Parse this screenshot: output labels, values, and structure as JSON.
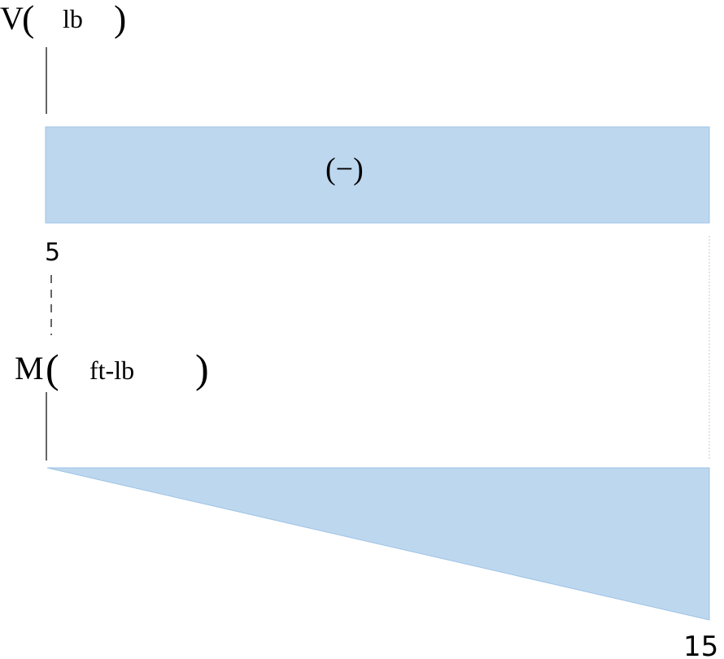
{
  "shear": {
    "symbol": "V",
    "unit": "lb",
    "sign": "(−)",
    "value_label": "5"
  },
  "moment": {
    "symbol": "M",
    "unit": "ft-lb",
    "value_label": "15"
  },
  "colors": {
    "fill": "#bdd7ee",
    "stroke": "#9dc3e6",
    "line": "#000000"
  }
}
